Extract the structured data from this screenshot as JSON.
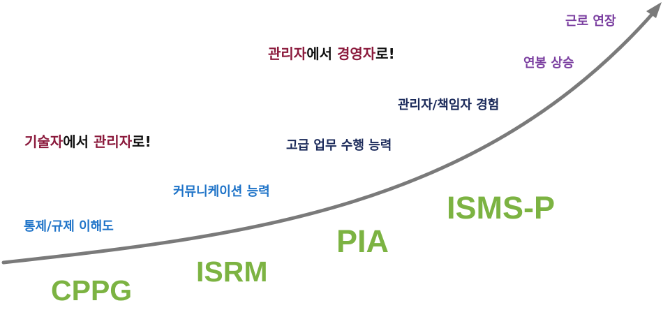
{
  "colors": {
    "curve": "#7a7a7a",
    "cert_green": "#7cb342",
    "skill_blue": "#1e73c8",
    "skill_navy": "#1b2a5a",
    "benefit_purple": "#7b3fa0",
    "highlight_maroon": "#8b1a3c",
    "text_black": "#111111"
  },
  "certs": [
    "CPPG",
    "ISRM",
    "PIA",
    "ISMS-P"
  ],
  "skills": {
    "s1": "통제/규제 이해도",
    "s2": "커뮤니케이션 능력",
    "s3": "고급 업무 수행 능력",
    "s4": "관리자/책임자 경험"
  },
  "benefits": {
    "b1": "연봉 상승",
    "b2": "근로 연장"
  },
  "transitions": {
    "t1": {
      "a": "기술자",
      "b": "에서 ",
      "c": "관리자",
      "d": "로!"
    },
    "t2": {
      "a": "관리자",
      "b": "에서 ",
      "c": "경영자",
      "d": "로!"
    }
  }
}
